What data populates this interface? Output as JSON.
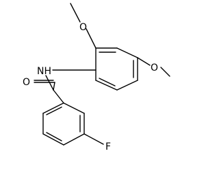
{
  "molecule": {
    "atoms": {
      "methoxy_top_o": "O",
      "methoxy_right_o": "O",
      "amide_nh": "NH",
      "carbonyl_o": "O",
      "fluorine": "F"
    }
  }
}
